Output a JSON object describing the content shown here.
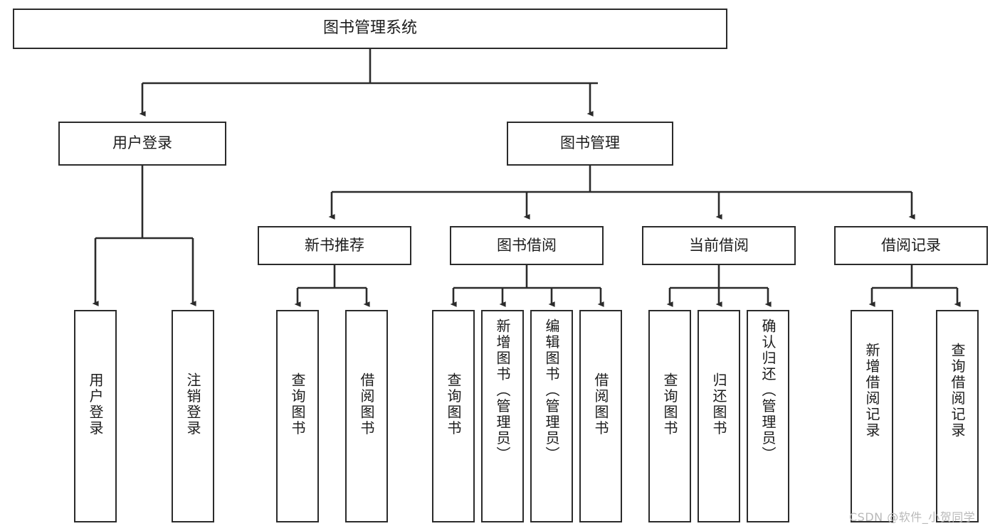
{
  "diagram": {
    "title": "图书管理系统",
    "type": "tree-hierarchy",
    "watermark": "CSDN @软件_小贺同学",
    "colors": {
      "background": "#ffffff",
      "node_border": "#2b2b2b",
      "node_fill": "#ffffff",
      "text": "#1c1c1c",
      "connector": "#2b2b2b",
      "watermark": "#b9b9b9"
    }
  },
  "root": {
    "label": "图书管理系统"
  },
  "level1": [
    {
      "label": "用户登录"
    },
    {
      "label": "图书管理"
    }
  ],
  "level2": [
    {
      "label": "新书推荐"
    },
    {
      "label": "图书借阅"
    },
    {
      "label": "当前借阅"
    },
    {
      "label": "借阅记录"
    }
  ],
  "leaves": {
    "user_login": [
      {
        "label": "用户登录"
      },
      {
        "label": "注销登录"
      }
    ],
    "new_book_recommend": [
      {
        "label": "查询图书"
      },
      {
        "label": "借阅图书"
      }
    ],
    "book_borrow": [
      {
        "label": "查询图书"
      },
      {
        "label": "新增图书（管理员）"
      },
      {
        "label": "编辑图书（管理员）"
      },
      {
        "label": "借阅图书"
      }
    ],
    "current_borrow": [
      {
        "label": "查询图书"
      },
      {
        "label": "归还图书"
      },
      {
        "label": "确认归还（管理员）"
      }
    ],
    "borrow_records": [
      {
        "label": "新增借阅记录"
      },
      {
        "label": "查询借阅记录"
      }
    ]
  }
}
